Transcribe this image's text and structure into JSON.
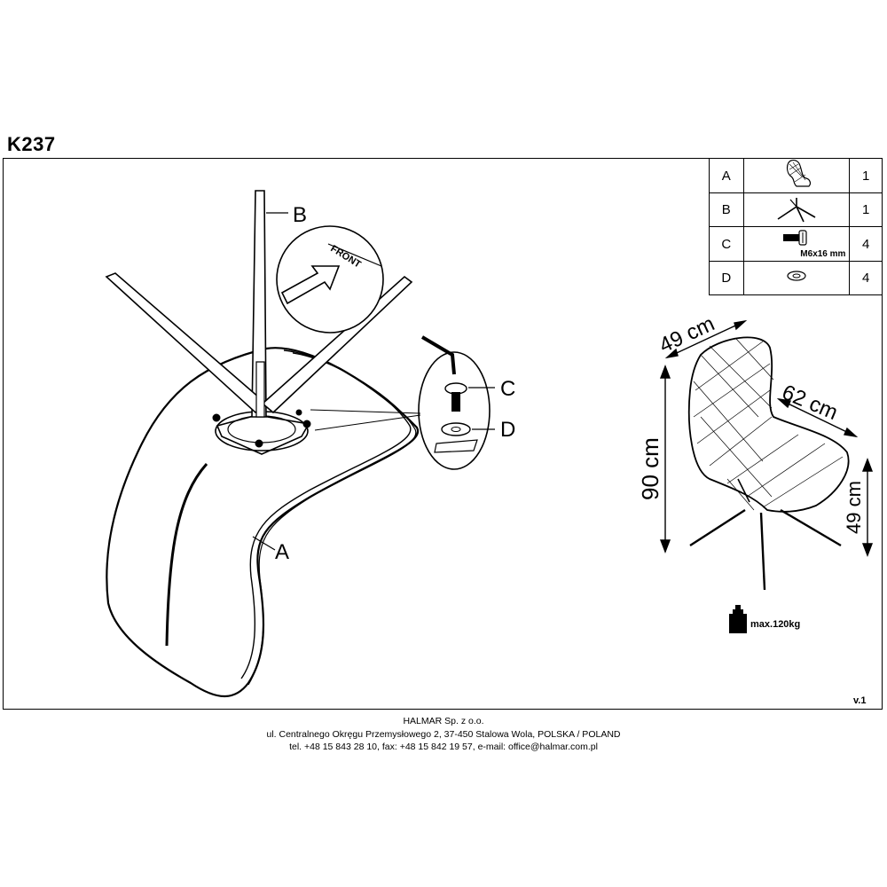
{
  "document": {
    "model": "K237",
    "version": "v.1"
  },
  "parts": [
    {
      "letter": "A",
      "icon": "seat-icon",
      "qty": "1"
    },
    {
      "letter": "B",
      "icon": "base-icon",
      "qty": "1"
    },
    {
      "letter": "C",
      "icon": "screw-icon",
      "qty": "4",
      "spec": "M6x16 mm"
    },
    {
      "letter": "D",
      "icon": "washer-icon",
      "qty": "4"
    }
  ],
  "callouts": {
    "a": "A",
    "b": "B",
    "c": "C",
    "d": "D",
    "front": "FRONT"
  },
  "dimensions": {
    "width": "49 cm",
    "depth": "62 cm",
    "height": "90 cm",
    "seat_height": "49 cm"
  },
  "max_load": "max.120kg",
  "footer": {
    "company": "HALMAR Sp. z o.o.",
    "address": "ul. Centralnego Okręgu Przemysłowego 2, 37-450 Stalowa Wola, POLSKA / POLAND",
    "contact": "tel. +48 15 843 28 10, fax: +48 15 842 19 57, e-mail: office@halmar.com.pl"
  }
}
